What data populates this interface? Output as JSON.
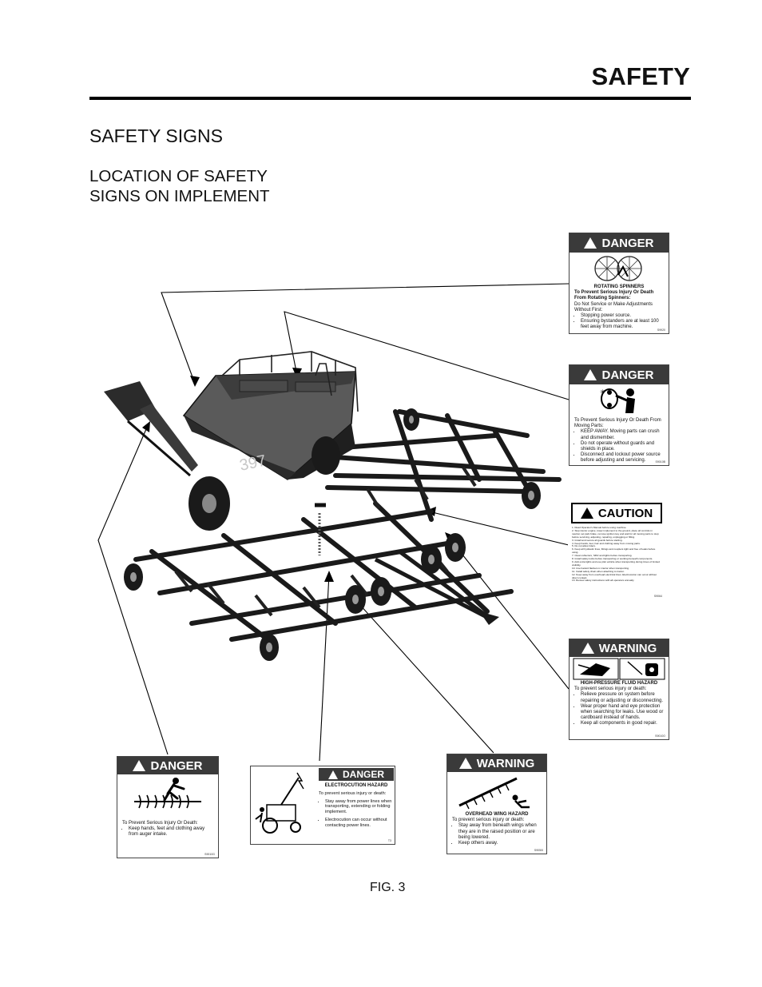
{
  "page": {
    "title": "SAFETY",
    "heading": "SAFETY SIGNS",
    "subheading_line1": "LOCATION OF SAFETY",
    "subheading_line2": "SIGNS ON IMPLEMENT",
    "figure_caption": "FIG. 3"
  },
  "machine": {
    "model_number": "397"
  },
  "signs": {
    "spinners": {
      "signal": "DANGER",
      "hazard": "ROTATING SPINNERS",
      "line1": "To Prevent Serious Injury Or Death From Rotating Spinners:",
      "line2": "Do Not Service or Make Adjustments Without First:",
      "bullet1": "Stopping power source.",
      "bullet2": "Ensuring bystanders are at least 100 feet away from machine.",
      "code": "S9920"
    },
    "moving_parts": {
      "signal": "DANGER",
      "line1": "To Prevent Serious Injury Or Death From Moving Parts:",
      "bullet1": "KEEP AWAY. Moving parts can crush and dismember.",
      "bullet2": "Do not operate without guards and shields in place.",
      "bullet3": "Disconnect and lockout power source before adjusting and servicing.",
      "code": "S9010B"
    },
    "caution": {
      "signal": "CAUTION",
      "items": [
        "1. Read Operator's Manual before using machine.",
        "2. Stop tractor engine, lower implement to the ground, place all controls in neutral, set park brake, remove ignition key and wait for all moving parts to stop before servicing, adjusting, repairing, unplugging or filling.",
        "3. Install and secure all guards before starting.",
        "4. Keep hands, feet, hair and clothing away from moving parts.",
        "5. Do not allow riders.",
        "6. Keep all hydraulic lines, fittings and couplers tight and free of leaks before using.",
        "7. Clean reflectors, SMV and lights before transporting.",
        "8. Install safety locks before transporting or working beneath components.",
        "9. Add extra lights and use pilot vehicle when transporting during times of limited visibility.",
        "10. Use hazard flashers in tractor when transporting.",
        "11. Install safety chain when attaching to tractor.",
        "12. Keep away from overhead electrical lines. Electrocution can occur without direct contact.",
        "13. Review safety instructions with all operators annually."
      ],
      "code": "S9064"
    },
    "hydraulic": {
      "signal": "WARNING",
      "hazard": "HIGH-PRESSURE FLUID HAZARD",
      "line1": "To prevent serious injury or death:",
      "bullet1": "Relieve pressure on system before repairing or adjusting or disconnecting.",
      "bullet2": "Wear proper hand and eye protection when searching for leaks. Use wood or cardboard instead of hands.",
      "bullet3": "Keep all components in good repair.",
      "code": "S9010O"
    },
    "auger": {
      "signal": "DANGER",
      "line1": "To Prevent Serious Injury Or Death:",
      "bullet1": "Keep hands, feet and clothing away from auger intake.",
      "code": "S9010G"
    },
    "electrocution": {
      "signal": "DANGER",
      "hazard": "ELECTROCUTION HAZARD",
      "line1": "To prevent serious injury or death:",
      "bullet1": "Stay away from power lines when transporting, extending or folding implement.",
      "bullet2": "Electrocution can occur without contacting power lines.",
      "code": "T3"
    },
    "wing": {
      "signal": "WARNING",
      "hazard": "OVERHEAD WING HAZARD",
      "line1": "To prevent serious injury or death:",
      "bullet1": "Stay away from beneath wings when they are in the raised position or are being lowered.",
      "bullet2": "Keep others away.",
      "code": "S9050I"
    }
  }
}
